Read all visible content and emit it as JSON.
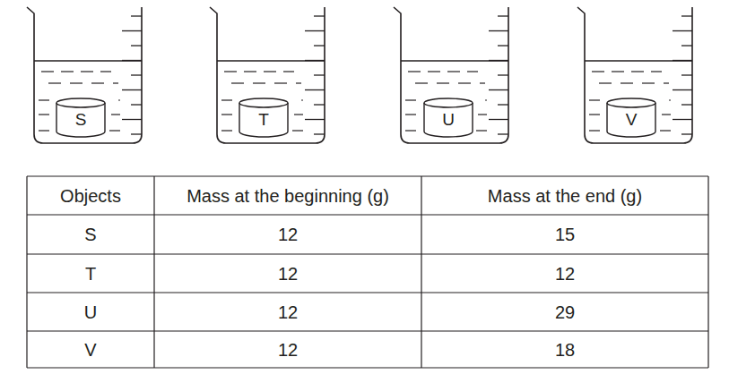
{
  "diagram": {
    "nodes": [
      {
        "text": [
          "S"
        ]
      },
      {
        "text": [
          "T"
        ]
      },
      {
        "text": [
          "U"
        ]
      },
      {
        "text": [
          "V"
        ]
      }
    ],
    "labels": [
      "Objects",
      "Mass at the beginning (g)",
      "Mass at the end (g)",
      "S",
      "12",
      "15",
      "T",
      "12",
      "12",
      "U",
      "12",
      "29",
      "V",
      "12",
      "18"
    ]
  }
}
